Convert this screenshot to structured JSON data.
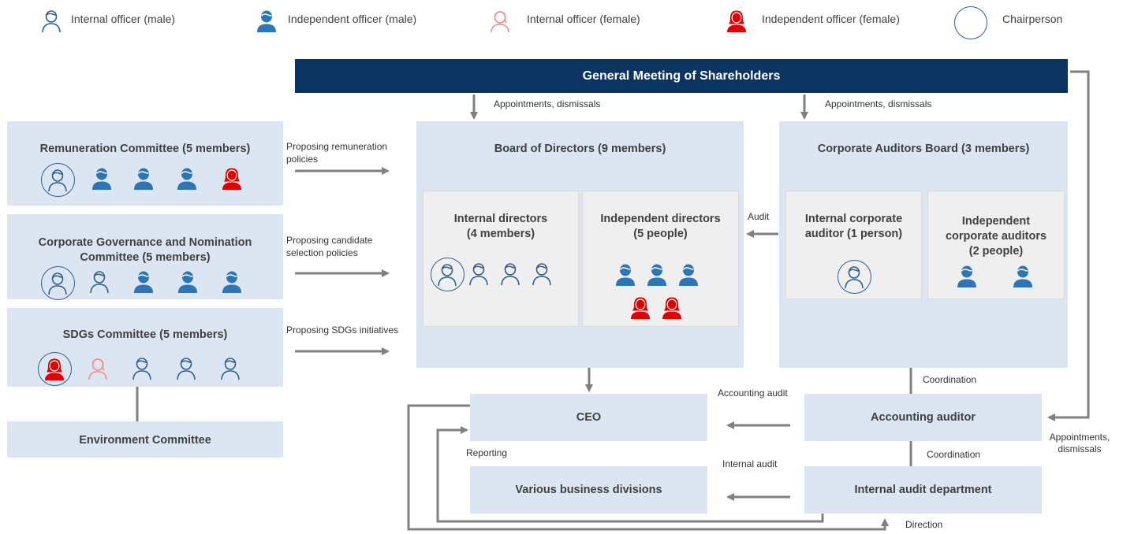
{
  "legend": {
    "internal_male": "Internal officer (male)",
    "independent_male": "Independent officer (male)",
    "internal_female": "Internal officer (female)",
    "independent_female": "Independent officer (female)",
    "chairperson": "Chairperson"
  },
  "gms": {
    "title": "General Meeting of Shareholders"
  },
  "committees": {
    "remuneration": "Remuneration Committee (5 members)",
    "governance_line1": "Corporate Governance and Nomination",
    "governance_line2": "Committee (5 members)",
    "sdgs": "SDGs Committee (5 members)",
    "environment": "Environment Committee"
  },
  "board": {
    "title": "Board of Directors (9 members)",
    "internal_line1": "Internal directors",
    "internal_line2": "(4 members)",
    "independent_line1": "Independent directors",
    "independent_line2": "(5 people)"
  },
  "auditors_board": {
    "title": "Corporate Auditors Board (3 members)",
    "internal_line1": "Internal corporate",
    "internal_line2": "auditor (1 person)",
    "independent_line1": "Independent",
    "independent_line2": "corporate auditors",
    "independent_line3": "(2 people)"
  },
  "nodes": {
    "ceo": "CEO",
    "divisions": "Various business divisions",
    "accounting_auditor": "Accounting auditor",
    "internal_audit": "Internal audit department"
  },
  "labels": {
    "appointments_left": "Appointments, dismissals",
    "appointments_right": "Appointments, dismissals",
    "prop_remun_1": "Proposing remuneration",
    "prop_remun_2": "policies",
    "prop_candidate_1": "Proposing candidate",
    "prop_candidate_2": "selection policies",
    "prop_sdgs": "Proposing SDGs initiatives",
    "audit": "Audit",
    "coordination_1": "Coordination",
    "coordination_2": "Coordination",
    "accounting_audit": "Accounting audit",
    "internal_audit": "Internal audit",
    "reporting": "Reporting",
    "direction": "Direction",
    "appoint_acc_1": "Appointments,",
    "appoint_acc_2": "dismissals"
  },
  "colors": {
    "navy": "#0c3461",
    "male_blue": "#2e75b6",
    "female_red": "#e00000",
    "female_outline": "#f08a8a",
    "panel": "#dce6f2",
    "inner_panel": "#efefef",
    "arrow": "#808080"
  }
}
